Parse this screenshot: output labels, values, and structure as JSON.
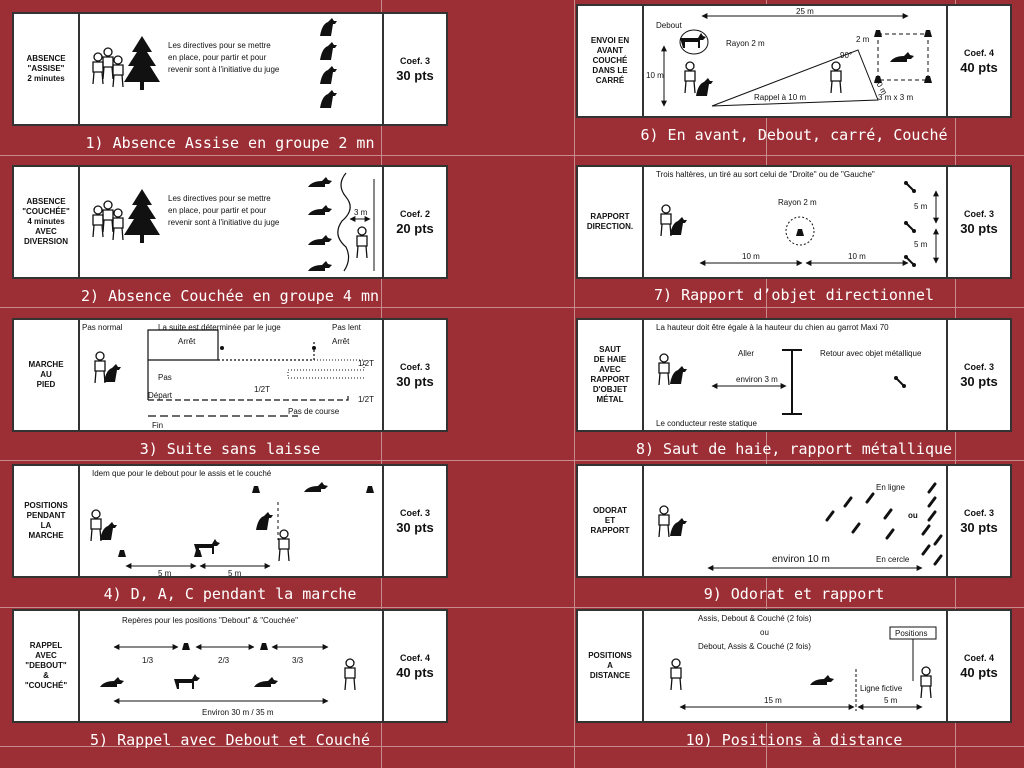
{
  "colors": {
    "background": "#9b2f35",
    "grid": "#c98a8e",
    "card": "#ffffff",
    "ink": "#111111"
  },
  "cards": [
    {
      "label": "ABSENCE\n\"ASSISE\"\n2 minutes",
      "coef": "Coef. 3",
      "pts": "30 pts",
      "caption": "1) Absence Assise en groupe 2 mn",
      "texts": {
        "directives": [
          "Les directives pour se mettre",
          "en place, pour partir et pour",
          "revenir sont à l'initiative du juge"
        ]
      }
    },
    {
      "label": "ABSENCE\n\"COUCHÉE\"\n4 minutes\nAVEC\nDIVERSION",
      "coef": "Coef. 2",
      "pts": "20 pts",
      "caption": "2) Absence Couchée en groupe 4 mn",
      "texts": {
        "directives": [
          "Les directives pour se mettre",
          "en place, pour partir et pour",
          "revenir sont à l'initiative du juge"
        ],
        "distance": "3 m"
      }
    },
    {
      "label": "MARCHE\nAU\nPIED",
      "coef": "Coef. 3",
      "pts": "30 pts",
      "caption": "3) Suite sans laisse",
      "texts": {
        "pas_normal": "Pas normal",
        "suite": "La suite est déterminée par le juge",
        "arret1": "Arrêt",
        "pas_lent": "Pas lent",
        "arret2": "Arrêt",
        "half1": "1/2T",
        "half2": "1/2T",
        "half3": "1/2T",
        "pas": "Pas",
        "depart": "Départ",
        "pas_course": "Pas de course",
        "fin": "Fin"
      }
    },
    {
      "label": "POSITIONS\nPENDANT\nLA\nMARCHE",
      "coef": "Coef. 3",
      "pts": "30 pts",
      "caption": "4) D, A, C pendant la marche",
      "texts": {
        "idem": "Idem que pour le debout pour le assis et le couché",
        "d1": "5 m",
        "d2": "5 m"
      }
    },
    {
      "label": "RAPPEL\nAVEC\n\"DEBOUT\"\n&\n\"COUCHÉ\"",
      "coef": "Coef. 4",
      "pts": "40 pts",
      "caption": "5) Rappel avec Debout et Couché",
      "texts": {
        "reperes": "Repères pour les positions \"Debout\" & \"Couchée\"",
        "t1": "1/3",
        "t2": "2/3",
        "t3": "3/3",
        "environ": "Environ 30 m / 35 m"
      }
    },
    {
      "label": "ENVOI EN\nAVANT\nCOUCHÉ\nDANS LE\nCARRÉ",
      "coef": "Coef. 4",
      "pts": "40 pts",
      "caption": "6) En avant, Debout, carré, Couché",
      "texts": {
        "debout": "Debout",
        "d25": "25 m",
        "rayon": "Rayon 2 m",
        "d2": "2 m",
        "angle": "90°",
        "d10a": "10 m",
        "d10b": "10 m",
        "rappel": "Rappel à 10 m",
        "carre": "3 m x 3 m"
      }
    },
    {
      "label": "RAPPORT\nDIRECTION.",
      "coef": "Coef. 3",
      "pts": "30 pts",
      "caption": "7) Rapport d’objet directionnel",
      "texts": {
        "halteres": "Trois haltères, un tiré au sort celui de \"Droite\" ou de \"Gauche\"",
        "rayon": "Rayon 2 m",
        "d5a": "5 m",
        "d5b": "5 m",
        "d10a": "10 m",
        "d10b": "10 m"
      }
    },
    {
      "label": "SAUT\nDE HAIE\nAVEC\nRAPPORT\nD'OBJET\nMÉTAL",
      "coef": "Coef. 3",
      "pts": "30 pts",
      "caption": "8) Saut de haie, rapport métallique",
      "texts": {
        "hauteur": "La hauteur doit être égale à la hauteur du chien au garrot Maxi 70",
        "aller": "Aller",
        "retour": "Retour avec objet métallique",
        "environ": "environ 3 m",
        "statique": "Le conducteur reste statique"
      }
    },
    {
      "label": "ODORAT\nET\nRAPPORT",
      "coef": "Coef. 3",
      "pts": "30 pts",
      "caption": "9) Odorat et rapport",
      "texts": {
        "en_ligne": "En ligne",
        "ou": "ou",
        "environ": "environ 10 m",
        "en_cercle": "En cercle"
      }
    },
    {
      "label": "POSITIONS\nA\nDISTANCE",
      "coef": "Coef. 4",
      "pts": "40 pts",
      "caption": "10) Positions à distance",
      "texts": {
        "line1": "Assis, Debout & Couché   (2 fois)",
        "ou": "ou",
        "line2": "Debout, Assis & Couché   (2 fois)",
        "sign": "Positions",
        "d15": "15 m",
        "fictive": "Ligne fictive",
        "d5": "5 m"
      }
    }
  ]
}
